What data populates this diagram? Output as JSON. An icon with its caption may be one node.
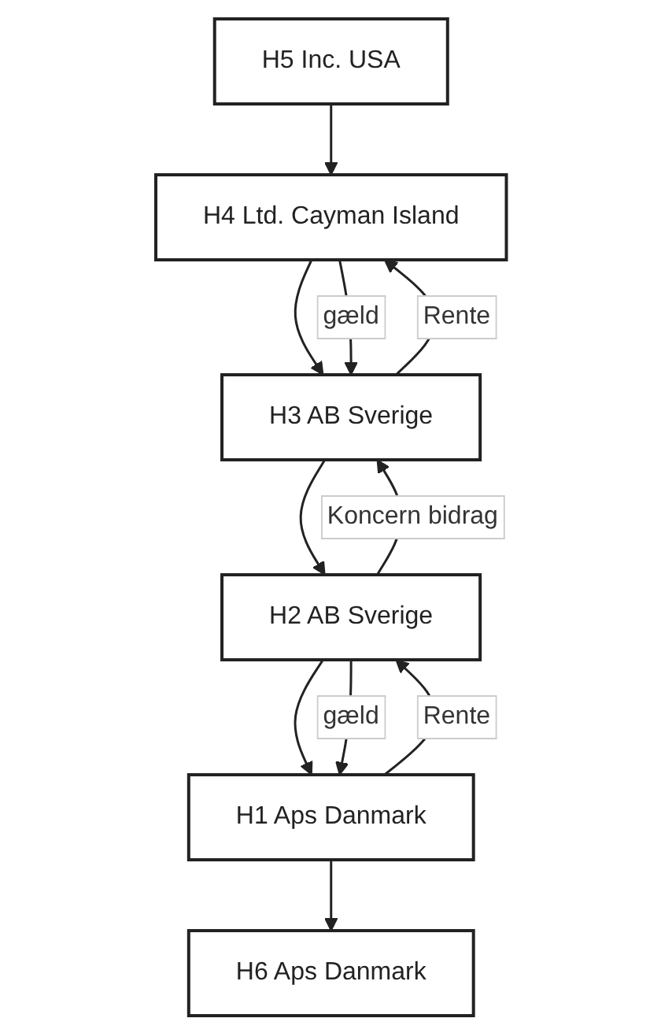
{
  "diagram": {
    "nodes": [
      {
        "text": [
          "H5 Inc. USA"
        ]
      },
      {
        "text": [
          "H4 Ltd. Cayman Island"
        ]
      },
      {
        "text": [
          "H3 AB Sverige"
        ]
      },
      {
        "text": [
          "H2 AB Sverige"
        ]
      },
      {
        "text": [
          "H1 Aps Danmark"
        ]
      },
      {
        "text": [
          "H6 Aps Danmark"
        ]
      }
    ],
    "edges": [
      {
        "from": 0,
        "to": 1,
        "arrow": "to"
      },
      {
        "from": 1,
        "to": 2,
        "arrow": "to"
      },
      {
        "from": 1,
        "to": 2,
        "arrow": "to",
        "label": "gæld"
      },
      {
        "from": 2,
        "to": 1,
        "arrow": "to",
        "label": "Rente"
      },
      {
        "from": 2,
        "to": 3,
        "arrow": "to"
      },
      {
        "from": 3,
        "to": 2,
        "arrow": "to",
        "label": "Koncern bidrag"
      },
      {
        "from": 3,
        "to": 4,
        "arrow": "to"
      },
      {
        "from": 3,
        "to": 4,
        "arrow": "to",
        "label": "gæld"
      },
      {
        "from": 4,
        "to": 3,
        "arrow": "to",
        "label": "Rente"
      },
      {
        "from": 4,
        "to": 5,
        "arrow": "to"
      }
    ]
  }
}
